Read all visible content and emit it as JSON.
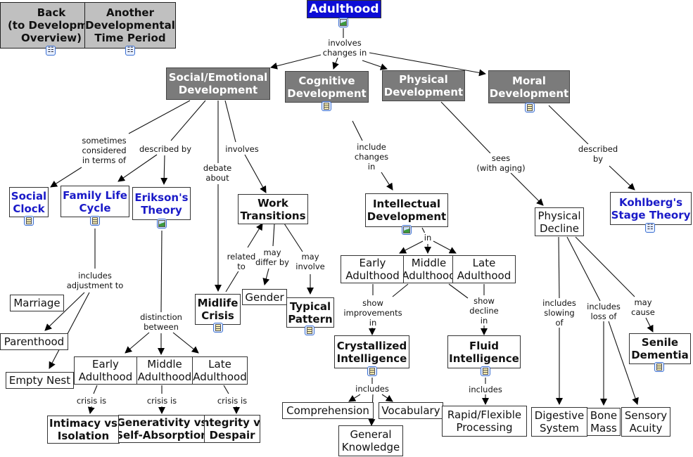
{
  "title": "Adulthood",
  "nav": {
    "back": "Back\n(to Developme\nOverview)",
    "another": "Another\nDevelopmental\nTime Period"
  },
  "nodes": {
    "social": "Social/Emotional\nDevelopment",
    "cognitive": "Cognitive\nDevelopment",
    "physical": "Physical\nDevelopment",
    "moral": "Moral\nDevelopment",
    "social_clock": "Social\nClock",
    "family_life": "Family Life\nCycle",
    "erikson": "Erikson's\nTheory",
    "work": "Work\nTransitions",
    "midlife": "Midlife\nCrisis",
    "gender": "Gender",
    "typical": "Typical\nPattern",
    "marriage": "Marriage",
    "parenthood": "Parenthood",
    "empty_nest": "Empty Nest",
    "e_early": "Early\nAdulthood",
    "e_middle": "Middle\nAdulthood",
    "e_late": "Late\nAdulthood",
    "intimacy": "Intimacy vs\nIsolation",
    "generativity": "Generativity vs\nSelf-Absorption",
    "integrity": "Integrity vs\nDespair",
    "intellectual": "Intellectual\nDevelopment",
    "i_early": "Early\nAdulthood",
    "i_middle": "Middle\nAdulthood",
    "i_late": "Late\nAdulthood",
    "crystallized": "Crystallized\nIntelligence",
    "fluid": "Fluid\nIntelligence",
    "comprehension": "Comprehension",
    "vocabulary": "Vocabulary",
    "general": "General\nKnowledge",
    "rapid": "Rapid/Flexible\nProcessing",
    "physical_decline": "Physical\nDecline",
    "kohlberg": "Kohlberg's\nStage Theory",
    "senile": "Senile\nDementia",
    "digestive": "Digestive\nSystem",
    "bone": "Bone\nMass",
    "sensory": "Sensory\nAcuity"
  },
  "links": {
    "involves_changes": "involves\nchanges in",
    "sometimes": "sometimes\nconsidered\nin terms of",
    "described_by": "described by",
    "debate": "debate\nabout",
    "involves": "involves",
    "includes_adjustment": "includes\nadjustment to",
    "distinction": "distinction\nbetween",
    "related_to": "related\nto",
    "may_differ": "may\ndiffer by",
    "may_involve": "may\ninvolve",
    "crisis1": "crisis is",
    "crisis2": "crisis is",
    "crisis3": "crisis is",
    "include_changes": "include\nchanges\nin",
    "in": "in",
    "show_improve": "show\nimprovements\nin",
    "show_decline": "show\ndecline\nin",
    "includes_c": "includes",
    "includes_f": "includes",
    "sees": "sees\n(with aging)",
    "described_by_m": "described\nby",
    "includes_slowing": "includes\nslowing\nof",
    "includes_loss": "includes\nloss of",
    "may_cause": "may\ncause"
  },
  "icons": {
    "title": "image-icon",
    "back": "concept-map-icon",
    "another": "concept-map-icon",
    "cognitive": "document-icon",
    "moral": "document-icon",
    "social_clock": "document-icon",
    "family_life": "document-icon",
    "erikson": "image-icon",
    "midlife": "document-icon",
    "typical": "document-icon",
    "intellectual": "image-icon",
    "crystallized": "document-icon",
    "fluid": "document-icon",
    "kohlberg": "concept-map-icon",
    "senile": "document-icon"
  }
}
